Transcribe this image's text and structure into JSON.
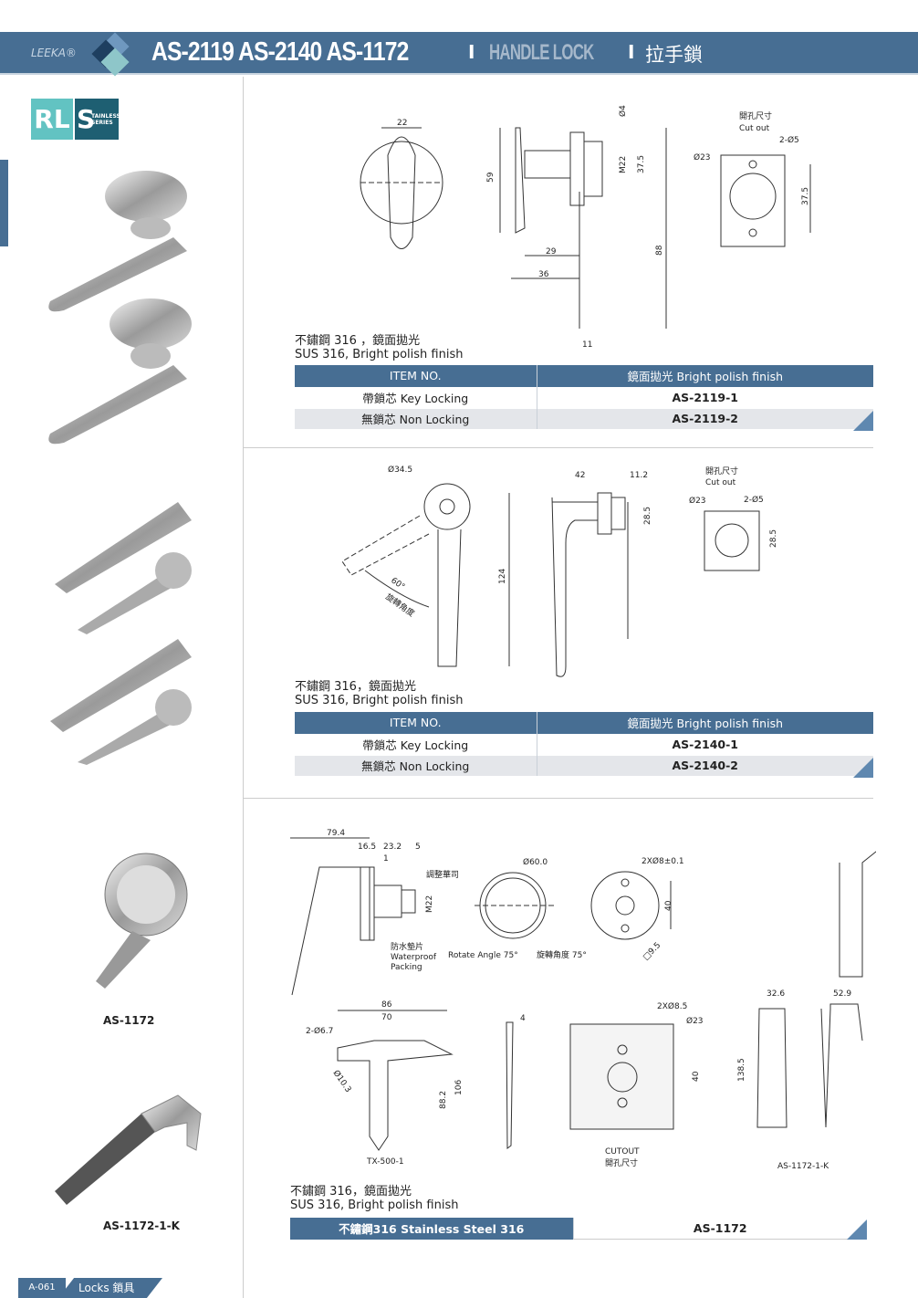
{
  "header": {
    "brand": "LEEKA®",
    "title": "AS-2119 AS-2140 AS-1172",
    "divider": "I",
    "subtitle": "HANDLE LOCK",
    "title_cn": "拉手鎖"
  },
  "logo": {
    "rl": "RL",
    "s": "S",
    "series": "TAINLESS SERIES"
  },
  "colors": {
    "brand_blue": "#476e93",
    "row_grey": "#e4e6ea"
  },
  "section1": {
    "dims": {
      "d22": "22",
      "d59": "59",
      "d4": "Ø4",
      "m22": "M22",
      "d375": "37.5",
      "d29": "29",
      "d36": "36",
      "d88": "88",
      "d11": "11",
      "cutout_cn": "開孔尺寸",
      "cutout_en": "Cut out",
      "d23": "Ø23",
      "d2x5": "2-Ø5",
      "d375b": "37.5"
    },
    "caption_cn": "不鏽鋼 316 ，鏡面拋光",
    "caption_en": "SUS 316, Bright polish finish",
    "table": {
      "headers": [
        "ITEM NO.",
        "鏡面拋光 Bright polish finish"
      ],
      "rows": [
        [
          "帶鎖芯 Key Locking",
          "AS-2119-1"
        ],
        [
          "無鎖芯 Non Locking",
          "AS-2119-2"
        ]
      ]
    }
  },
  "section2": {
    "dims": {
      "d345": "Ø34.5",
      "d42": "42",
      "d112": "11.2",
      "d285": "28.5",
      "d124": "124",
      "angle": "60°",
      "angle_cn": "旋轉角度",
      "cutout_cn": "開孔尺寸",
      "cutout_en": "Cut out",
      "d23": "Ø23",
      "d2x5": "2-Ø5",
      "d285b": "28.5"
    },
    "caption_cn": "不鏽鋼 316，鏡面拋光",
    "caption_en": "SUS 316, Bright polish finish",
    "table": {
      "headers": [
        "ITEM NO.",
        "鏡面拋光 Bright polish finish"
      ],
      "rows": [
        [
          "帶鎖芯 Key Locking",
          "AS-2140-1"
        ],
        [
          "無鎖芯 Non Locking",
          "AS-2140-2"
        ]
      ]
    }
  },
  "section3": {
    "dims": {
      "d794": "79.4",
      "d165": "16.5",
      "d232": "23.2",
      "d5": "5",
      "d1": "1",
      "washer_cn": "調整華司",
      "m22": "M22",
      "pack_cn": "防水墊片",
      "pack_en1": "Waterproof",
      "pack_en2": "Packing",
      "rotate": "Rotate Angle 75°",
      "rotate_cn": "旋轉角度 75°",
      "d60": "Ø60.0",
      "d2x8": "2XØ8±0.1",
      "d40": "40",
      "sq9": "□9.5",
      "d86": "86",
      "d70": "70",
      "d2x67": "2-Ø6.7",
      "d103": "Ø10.3",
      "d882": "88.2",
      "d106": "106",
      "tx": "TX-500-1",
      "d4": "4",
      "d2x85": "2XØ8.5",
      "d23": "Ø23",
      "d40b": "40",
      "cutout_en": "CUTOUT",
      "cutout_cn": "開孔尺寸",
      "d326": "32.6",
      "d529": "52.9",
      "d1385": "138.5",
      "k_label": "AS-1172-1-K"
    },
    "caption_cn": "不鏽鋼 316，鏡面拋光",
    "caption_en": "SUS 316, Bright polish finish",
    "table": {
      "cells": [
        "不鏽鋼316 Stainless Steel 316",
        "AS-1172"
      ]
    }
  },
  "products": {
    "p1172": "AS-1172",
    "p1172k": "AS-1172-1-K"
  },
  "footer": {
    "page": "A-061",
    "section": "Locks 鎖具"
  }
}
